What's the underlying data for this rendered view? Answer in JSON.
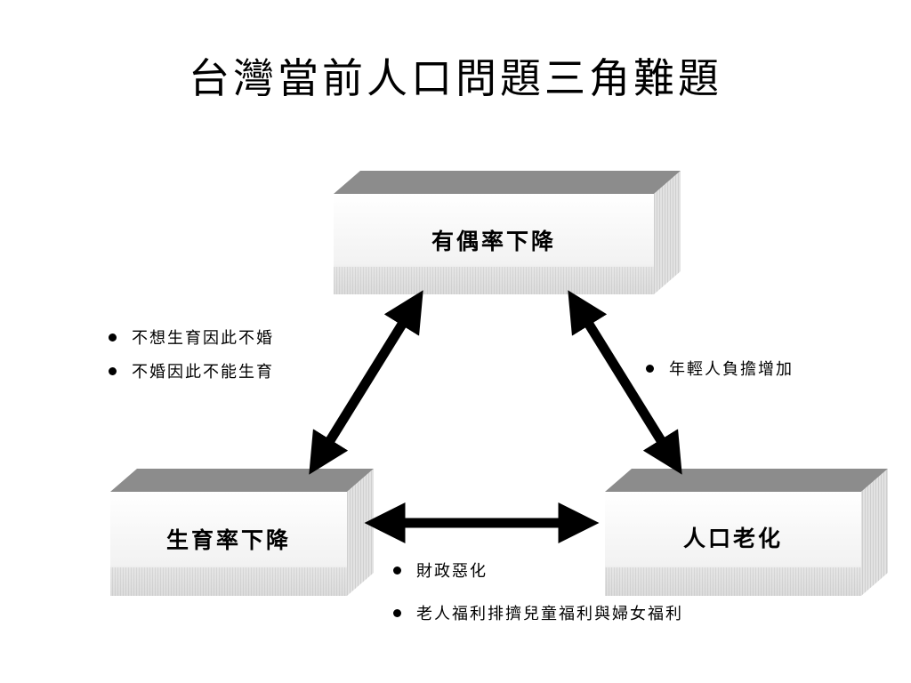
{
  "title": "台灣當前人口問題三角難題",
  "nodes": {
    "top": "有偶率下降",
    "left": "生育率下降",
    "right": "人口老化"
  },
  "notes": {
    "left_edge": [
      "不想生育因此不婚",
      "不婚因此不能生育"
    ],
    "right_edge": [
      "年輕人負擔增加"
    ],
    "bottom_edge": [
      "財政惡化",
      "老人福利排擠兒童福利與婦女福利"
    ]
  },
  "colors": {
    "box_top_face": "#8c8c8c",
    "box_side_face": "#d4d4d4",
    "box_front": "#f7f7f7",
    "box_front_band": "#c8c8c8",
    "arrow": "#000000"
  }
}
